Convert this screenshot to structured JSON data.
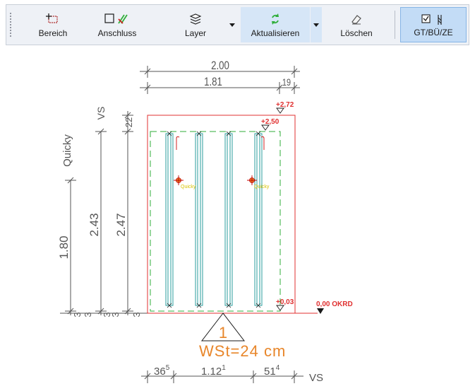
{
  "toolbar": {
    "bereich": "Bereich",
    "anschluss": "Anschluss",
    "layer": "Layer",
    "aktualisieren": "Aktualisieren",
    "loeschen": "Löschen",
    "gtbuze": "GT/BÜ/ZE"
  },
  "drawing": {
    "dim_total_width": "2.00",
    "dim_inner_width": "1.81",
    "dim_right_small": "19",
    "dim_vs_top": "VS",
    "dim_quicky": "Quicky",
    "dim_22": "22",
    "dim_180": "1.80",
    "dim_243": "2.43",
    "dim_247": "2.47",
    "dim_3a": "3",
    "dim_3b": "3",
    "dim_3c": "3",
    "dim_3d": "3",
    "dim_3e": "3",
    "level_272": "+2,72",
    "level_250": "+2,50",
    "level_003": "+0,03",
    "level_okrd": "0,00 OKRD",
    "quicky_left": "Quicky",
    "quicky_right": "Quicky",
    "wall_number": "1",
    "wall_thickness": "WSt=24  cm",
    "bottom_365_main": "36",
    "bottom_365_sup": "5",
    "bottom_112_main": "1.12",
    "bottom_112_sup": "1",
    "bottom_514_main": "51",
    "bottom_514_sup": "4",
    "bottom_vs": "VS"
  },
  "colors": {
    "dim_line": "#555555",
    "outline_red": "#e03030",
    "green_dash": "#2fae3a",
    "rebar_teal": "#2a9d9d",
    "accent_orange": "#e8862a",
    "quicky_yellow": "#d9c200"
  }
}
